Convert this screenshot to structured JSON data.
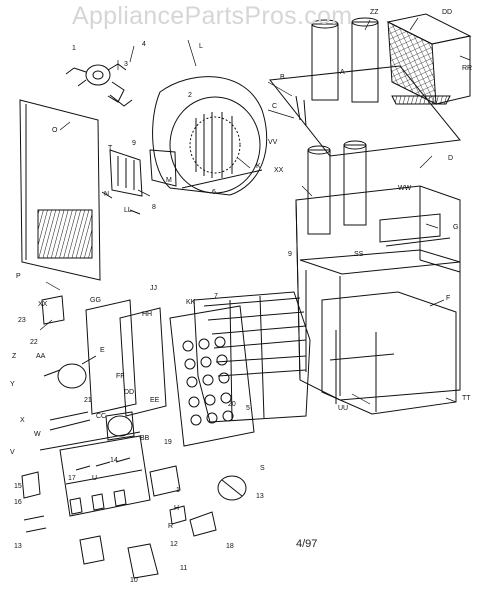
{
  "watermark": "AppliancePartsPros.com",
  "revision_date": "4/97",
  "callouts": {
    "A": "A",
    "B": "B",
    "C": "C",
    "D": "D",
    "DD": "DD",
    "ZZ": "ZZ",
    "RR": "RR",
    "n1": "1",
    "n2": "2",
    "n3": "3",
    "n4": "4",
    "n5": "5",
    "n6": "6",
    "n7": "7",
    "n8": "8",
    "n9": "9",
    "n10": "10",
    "n11": "11",
    "n12": "12",
    "n13": "13",
    "n14": "14",
    "n15": "15",
    "n16": "16",
    "n17": "17",
    "n18": "18",
    "n19": "19",
    "n20": "20",
    "n21": "21",
    "n22": "22",
    "n23": "23",
    "E": "E",
    "F": "F",
    "G": "G",
    "H": "H",
    "J": "J",
    "K": "K",
    "L": "L",
    "M": "M",
    "N": "N",
    "O": "O",
    "P": "P",
    "R": "R",
    "S": "S",
    "T": "T",
    "U": "U",
    "V": "V",
    "W": "W",
    "X": "X",
    "Y": "Y",
    "Z": "Z",
    "AA": "AA",
    "BB": "BB",
    "CC": "CC",
    "EE": "EE",
    "FF": "FF",
    "GG": "GG",
    "HH": "HH",
    "JJ": "JJ",
    "KK": "KK",
    "LL": "LL",
    "SS": "SS",
    "TT": "TT",
    "UU": "UU",
    "VV": "VV",
    "WW": "WW",
    "XX": "XX",
    "XX2": "XX"
  }
}
